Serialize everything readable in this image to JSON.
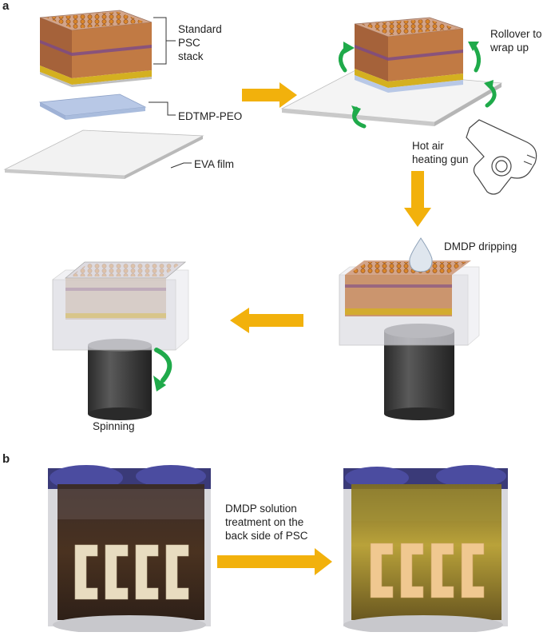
{
  "panels": {
    "a": "a",
    "b": "b"
  },
  "labels": {
    "standard_psc_stack": "Standard\nPSC\nstack",
    "edtmp_peo": "EDTMP-PEO",
    "eva_film": "EVA film",
    "rollover": "Rollover to\nwrap up",
    "hot_air": "Hot air\nheating gun",
    "dmdp_dripping": "DMDP dripping",
    "spinning": "Spinning",
    "dmdp_treatment": "DMDP solution\ntreatment on the\nback side of PSC"
  },
  "colors": {
    "arrow": "#f2b10c",
    "rotation_arrow": "#1faa4a",
    "perovskite": "#b86a2e",
    "electrode_dot": "#d9862b",
    "gold_layer": "#d4b020",
    "edtmp_layer": "#b8c8e6",
    "eva_film": "#e8e8e8",
    "cylinder": "#3c3c3c"
  },
  "icons": {
    "flow_arrow": "flow-arrow-icon",
    "rotation": "rotation-arrow-icon",
    "heat_gun": "heat-gun-icon",
    "droplet": "droplet-icon"
  }
}
